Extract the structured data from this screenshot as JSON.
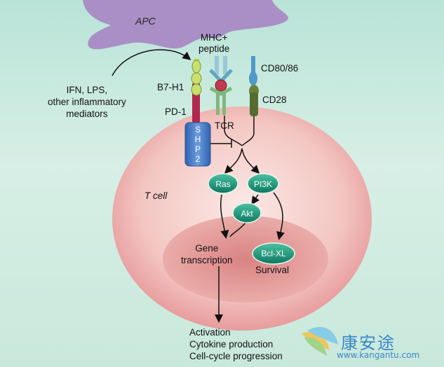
{
  "labels": {
    "apc": "APC",
    "mhc": "MHC+\npeptide",
    "cd80": "CD80/86",
    "b7h1": "B7-H1",
    "pd1": "PD-1",
    "cd28": "CD28",
    "ifn": "IFN, LPS,\nother inflammatory\nmediators",
    "tcr": "TCR",
    "shp2": "S\nH\nP\n2",
    "tcell": "T cell",
    "ras": "Ras",
    "pi3k": "PI3K",
    "akt": "Akt",
    "bclxl": "Bcl-XL",
    "gene": "Gene\ntranscription",
    "survival": "Survival",
    "outcomes": "Activation\nCytokine production\nCell-cycle progression"
  },
  "watermark": {
    "chinese": "康安途",
    "url": "www.kangantu.com"
  },
  "colors": {
    "apc": "#a98fc6",
    "cell": "#f2c3c3",
    "nucleus": "#dd8f8f",
    "node": "#1a9a7f",
    "shp2": "#4d7fc4",
    "pd1": "#b0284e",
    "b7h1": "#b8d65a",
    "tcr": "#7fb87c",
    "cd28": "#556b2f",
    "cd80": "#4e9ac8"
  }
}
